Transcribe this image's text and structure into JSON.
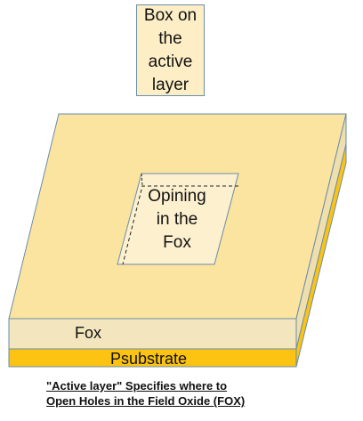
{
  "active_box": {
    "lines": [
      "Box on",
      "the",
      "active",
      "layer"
    ]
  },
  "opening": {
    "lines": [
      "Opining",
      "in the",
      "Fox"
    ]
  },
  "layers": {
    "fox": "Fox",
    "psubstrate": "Psubstrate"
  },
  "caption": {
    "line1": "\"Active layer\" Specifies where to",
    "line2": "Open Holes in the Field Oxide (FOX)"
  },
  "colors": {
    "fox_top": "#fbe3a0",
    "fox_front": "#f3e5bd",
    "fox_side": "#f0dfae",
    "opening_fill": "#fdf0cf",
    "substrate": "#fcc313",
    "outline": "#6a8ea8"
  }
}
